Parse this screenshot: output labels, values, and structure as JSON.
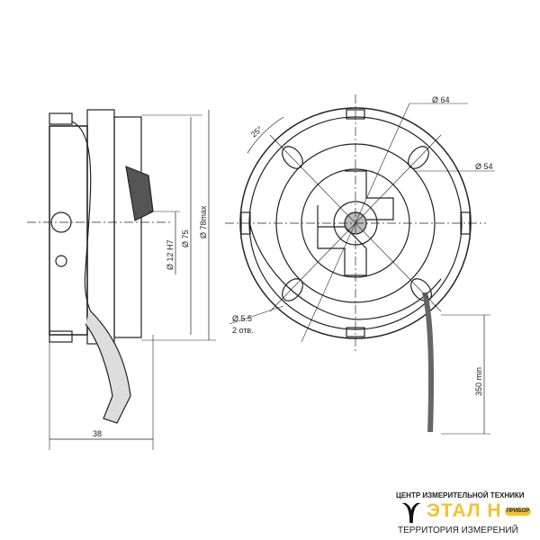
{
  "drawing": {
    "dims": {
      "d64": "Ø 64",
      "angle": "25°",
      "d54": "Ø 54",
      "d55": "Ø 5.5",
      "holes": "2 отв.",
      "cable": "350 min",
      "width": "38",
      "d12": "Ø 12 H7",
      "d75": "Ø 75",
      "d78": "Ø 78max"
    }
  },
  "logo": {
    "top": "ЦЕНТР ИЗМЕРИТЕЛЬНОЙ ТЕХНИКИ",
    "name": "ЭТАЛ Н",
    "badge": "ПРИБОР",
    "bottom": "ТЕРРИТОРИЯ ИЗМЕРЕНИЙ"
  }
}
